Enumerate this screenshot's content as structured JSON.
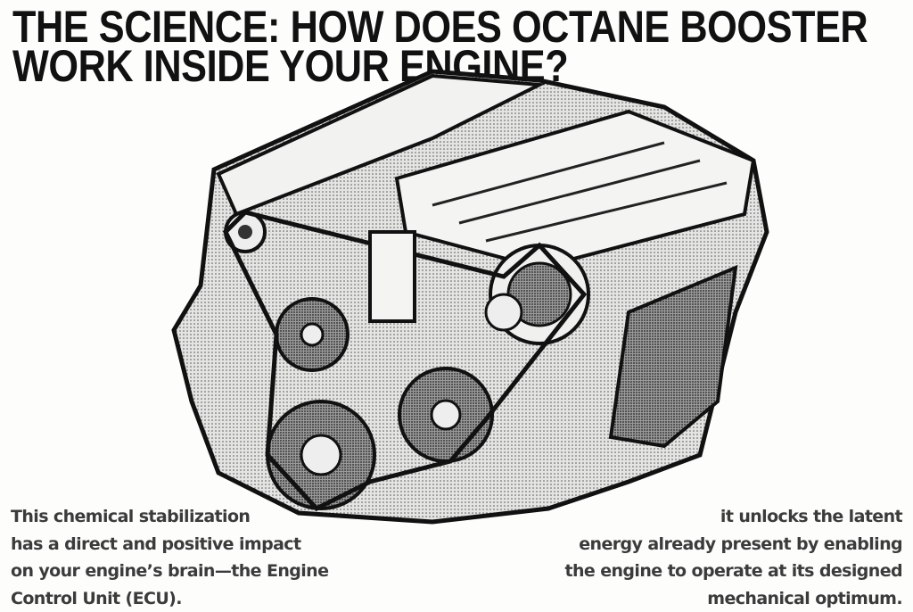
{
  "title": {
    "line1": "THE SCIENCE: HOW DOES OCTANE BOOSTER",
    "line2": "WORK INSIDE YOUR ENGINE?"
  },
  "left_caption": {
    "lines": [
      "This chemical stabilization",
      "has a direct and positive impact",
      "on your engine’s brain—the Engine",
      "Control Unit (ECU)."
    ]
  },
  "right_caption": {
    "lines": [
      "it unlocks the latent",
      "energy already present by enabling",
      "the engine to operate at its designed",
      "mechanical optimum."
    ]
  },
  "colors": {
    "ink": "#111111",
    "caption": "#3b3b3b",
    "background": "#fdfdfb"
  }
}
